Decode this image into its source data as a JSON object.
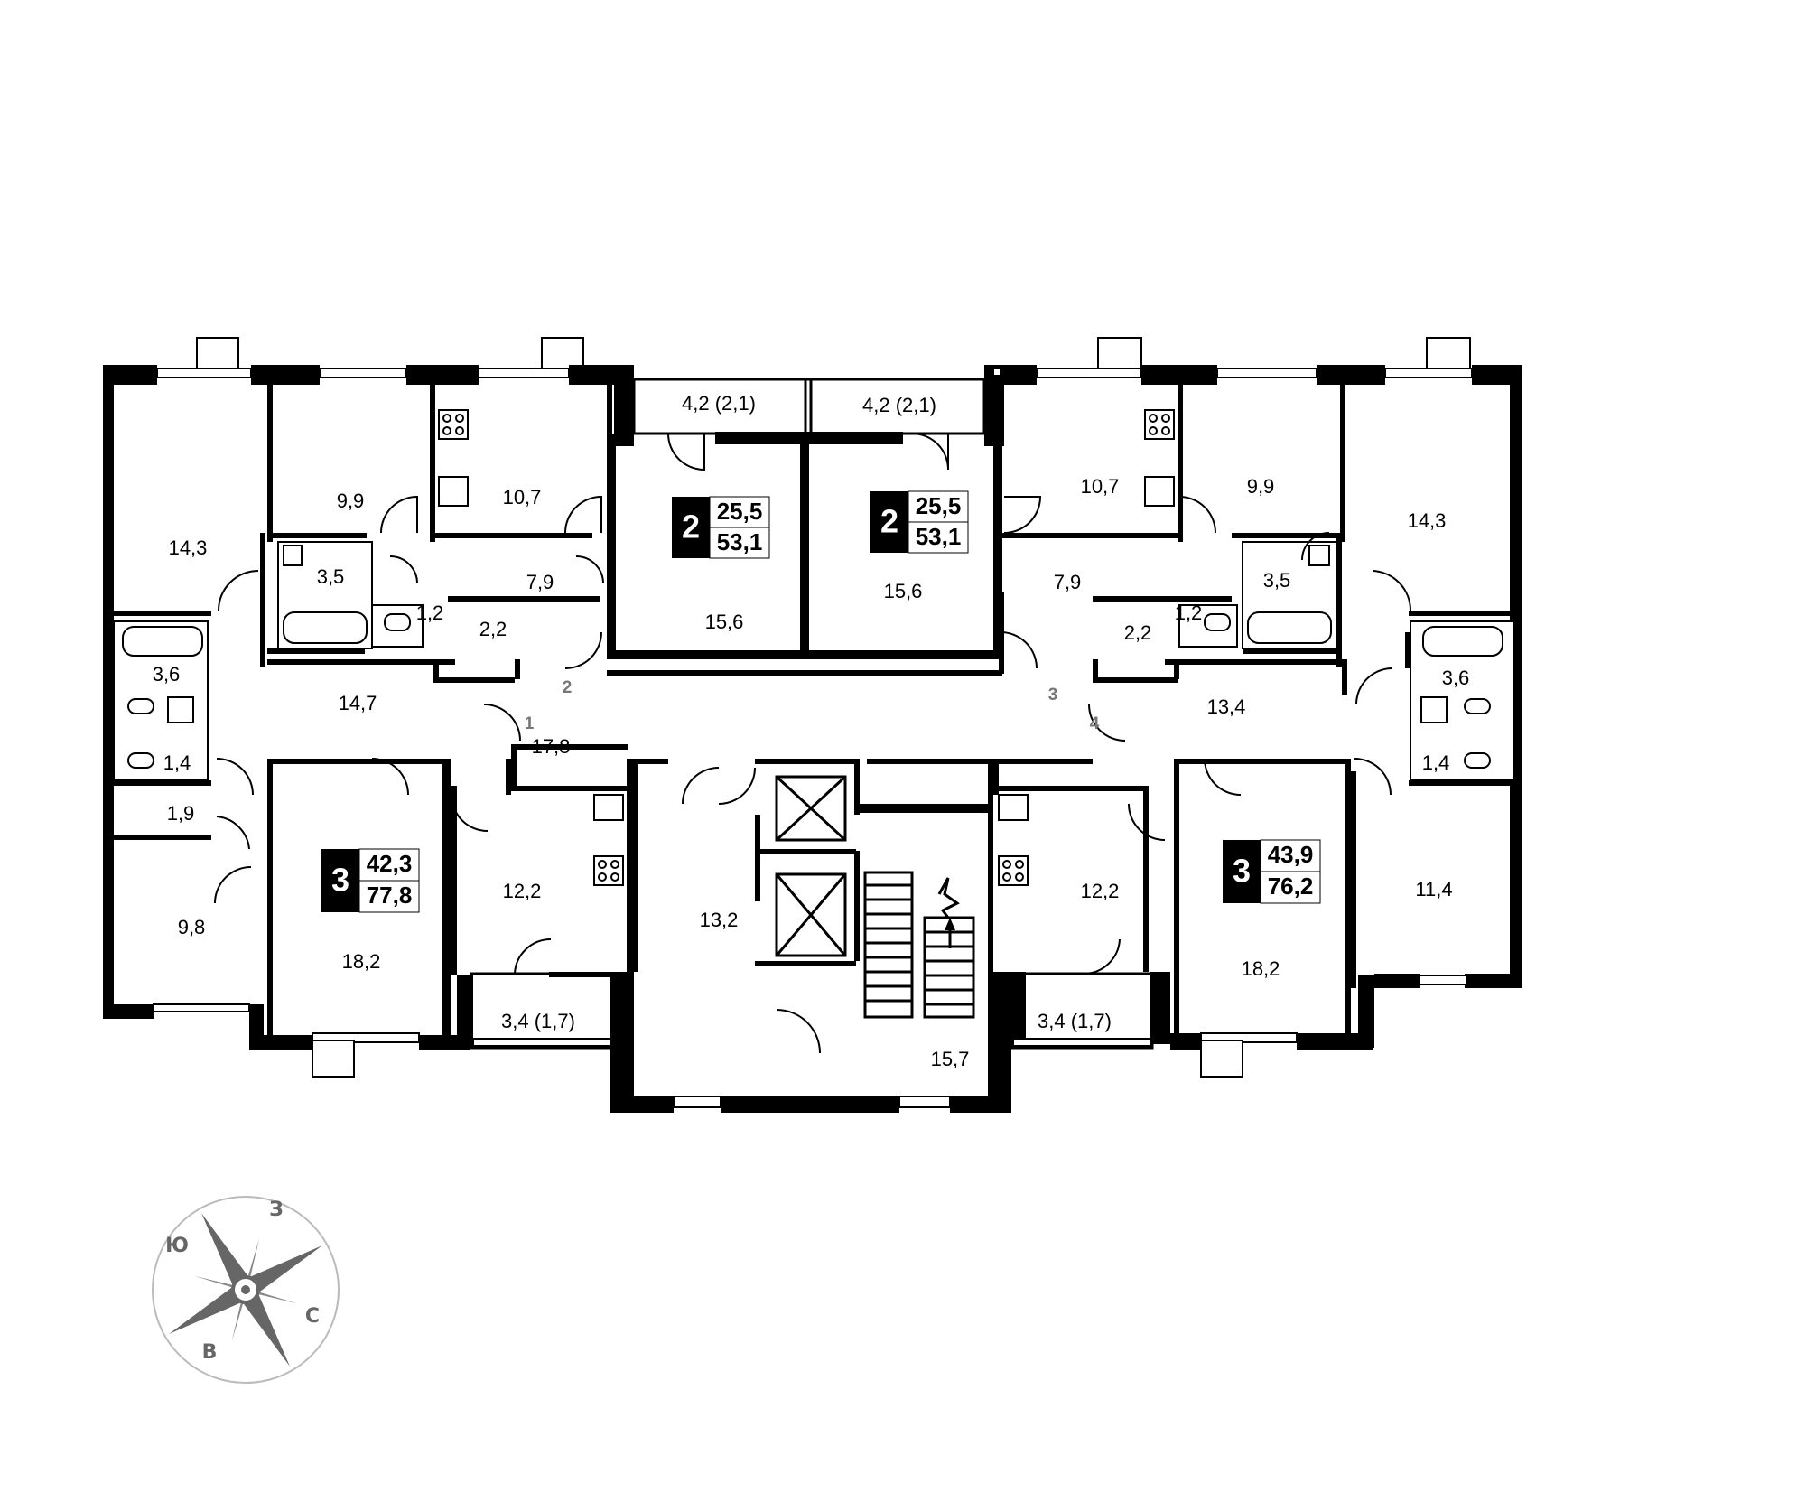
{
  "apartments": [
    {
      "rooms": "2",
      "living": "25,5",
      "total": "53,1"
    },
    {
      "rooms": "2",
      "living": "25,5",
      "total": "53,1"
    },
    {
      "rooms": "3",
      "living": "42,3",
      "total": "77,8"
    },
    {
      "rooms": "3",
      "living": "43,9",
      "total": "76,2"
    }
  ],
  "areas": {
    "left_room_top": "14,3",
    "left_room_2": "9,9",
    "left_kitchen_top": "10,7",
    "balcony_top_left": "4,2 (2,1)",
    "balcony_top_right": "4,2 (2,1)",
    "center_left_room": "15,6",
    "center_right_room": "15,6",
    "right_kitchen_top": "10,7",
    "right_room_2": "9,9",
    "right_room_top": "14,3",
    "left_bath_35": "3,5",
    "left_wc_12": "1,2",
    "left_closet_22": "2,2",
    "left_hall_79": "7,9",
    "right_hall_79": "7,9",
    "right_wc_12": "1,2",
    "right_closet_22": "2,2",
    "right_bath_35": "3,5",
    "left_bath_36": "3,6",
    "left_wc_14": "1,4",
    "right_bath_36": "3,6",
    "right_wc_14": "1,4",
    "left_hall_147": "14,7",
    "corridor_178": "17,8",
    "right_hall_134": "13,4",
    "left_storage_19": "1,9",
    "left_room_98": "9,8",
    "left_room_182": "18,2",
    "left_kitchen_122": "12,2",
    "left_balcony_bottom": "3,4 (1,7)",
    "lobby_132": "13,2",
    "stair_157": "15,7",
    "right_kitchen_122": "12,2",
    "right_balcony_bottom": "3,4 (1,7)",
    "right_room_182": "18,2",
    "right_room_114": "11,4"
  },
  "entries": [
    "1",
    "2",
    "3",
    "4"
  ],
  "compass": {
    "n": "З",
    "e": "С",
    "s": "В",
    "w": "Ю"
  }
}
